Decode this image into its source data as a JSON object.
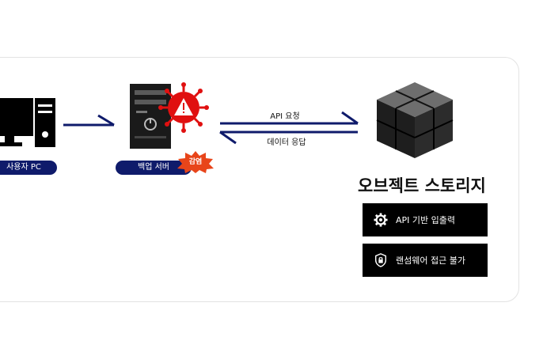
{
  "diagram": {
    "pc_label": "사용자 PC",
    "server_label": "백업 서버",
    "infected_badge": "감염",
    "request_label": "API 요청",
    "response_label": "데이터 응답",
    "storage_title": "오브젝트 스토리지",
    "features": [
      {
        "label": "API 기반 입출력",
        "icon": "gear-icon"
      },
      {
        "label": "랜섬웨어 접근 불가",
        "icon": "lock-icon"
      }
    ],
    "colors": {
      "navy": "#0f1b6b",
      "virus": "#e01010",
      "badge": "#e8451a"
    }
  }
}
